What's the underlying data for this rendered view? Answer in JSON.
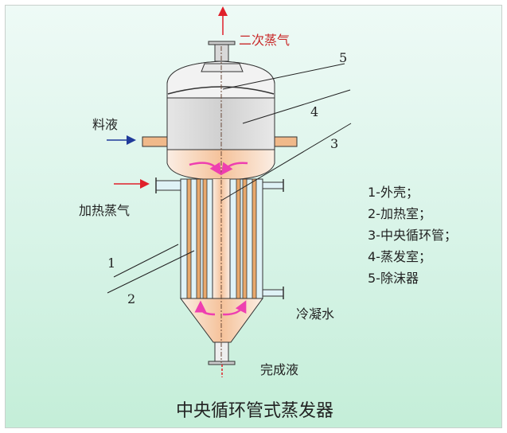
{
  "labels": {
    "secondary_steam": "二次蒸气",
    "feed_liquid": "料液",
    "heating_steam": "加热蒸气",
    "condensate": "冷凝水",
    "product_liquid": "完成液"
  },
  "callouts": [
    "1",
    "2",
    "3",
    "4",
    "5"
  ],
  "legend": [
    "1-外壳；",
    "2-加热室；",
    "3-中央循环管；",
    "4-蒸发室；",
    "5-除沫器"
  ],
  "title": "中央循环管式蒸发器",
  "colors": {
    "shell": "#d6d6d6",
    "liquid": "#f6c9a4",
    "tube": "#e8a86c",
    "arrow_red": "#e0202a",
    "arrow_blue": "#203a9a",
    "flow": "#ee3fb0"
  }
}
